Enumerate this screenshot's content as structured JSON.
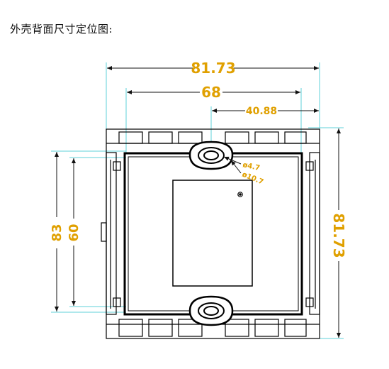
{
  "heading": "外壳背面尺寸定位图:",
  "dimensions": {
    "overall_width": "81.73",
    "inner_width": "68",
    "half_offset": "40.88",
    "overall_height": "81.73",
    "height_outer": "83",
    "height_inner": "60",
    "hole_small": "ø4.7",
    "hole_large": "ø10.7"
  },
  "colors": {
    "dimension_text": "#e0a000",
    "dimension_line": "#111111",
    "extension_line": "#5fd0d8",
    "outline": "#000000"
  }
}
